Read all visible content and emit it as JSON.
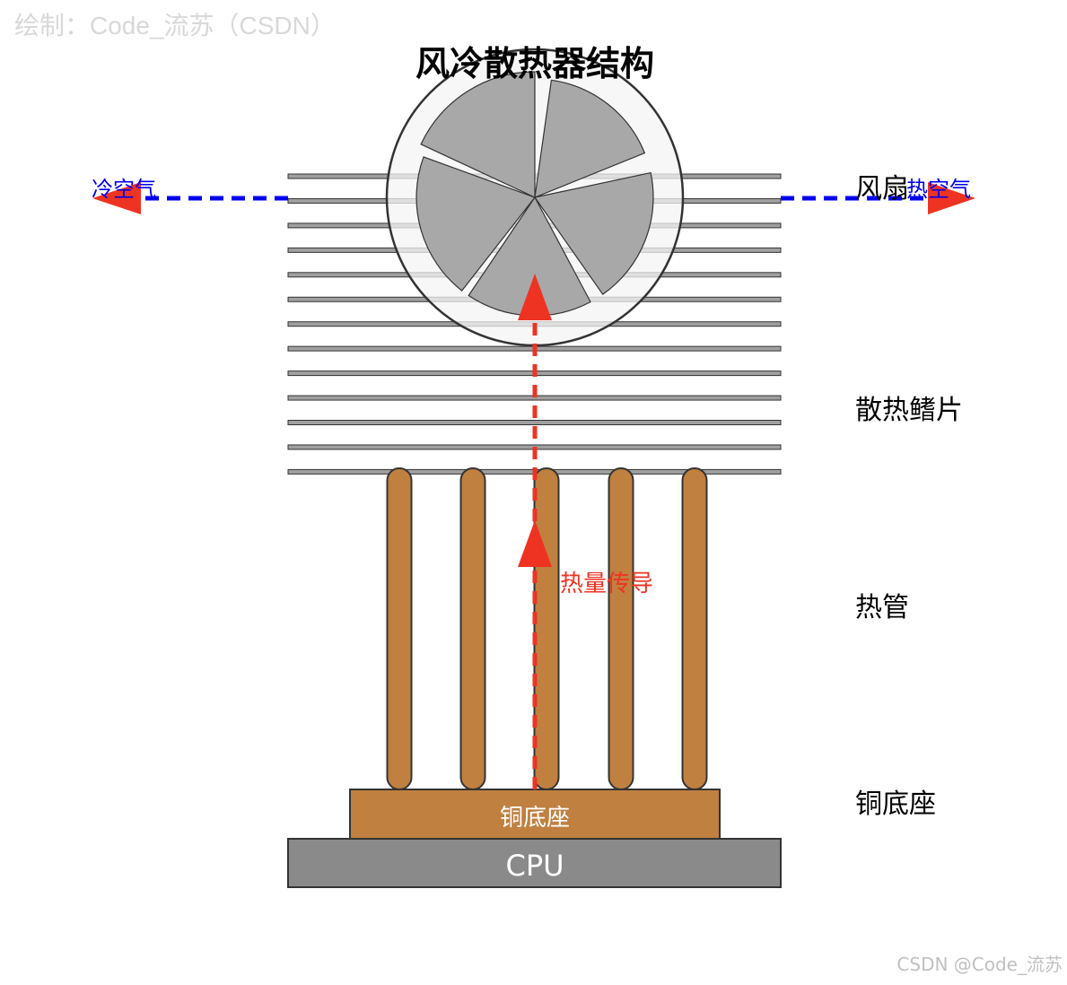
{
  "watermarks": {
    "top_left": "绘制：Code_流苏（CSDN）",
    "bottom_right": "CSDN @Code_流苏"
  },
  "diagram": {
    "title": "风冷散热器结构",
    "labels": {
      "fan": "风扇",
      "fins": "散热鳍片",
      "heat_pipe": "热管",
      "copper_base": "铜底座"
    },
    "base_text": "铜底座",
    "cpu_text": "CPU",
    "cold_air": "冷空气",
    "hot_air": "热空气",
    "heat_conduction": "热量传导",
    "fin_count": 13,
    "heat_pipe_count": 5,
    "fan_blade_count": 5
  },
  "colors": {
    "copper": "#c08040",
    "cpu": "#8a8a8a",
    "fin": "#a0a0a0",
    "fan_housing": "#f4f4f4",
    "fan_blade": "#a8a8a8",
    "outline": "#333333",
    "air_flow": "#0000ee",
    "heat_arrow": "#ee3322",
    "watermark": "#d8d8d8"
  }
}
